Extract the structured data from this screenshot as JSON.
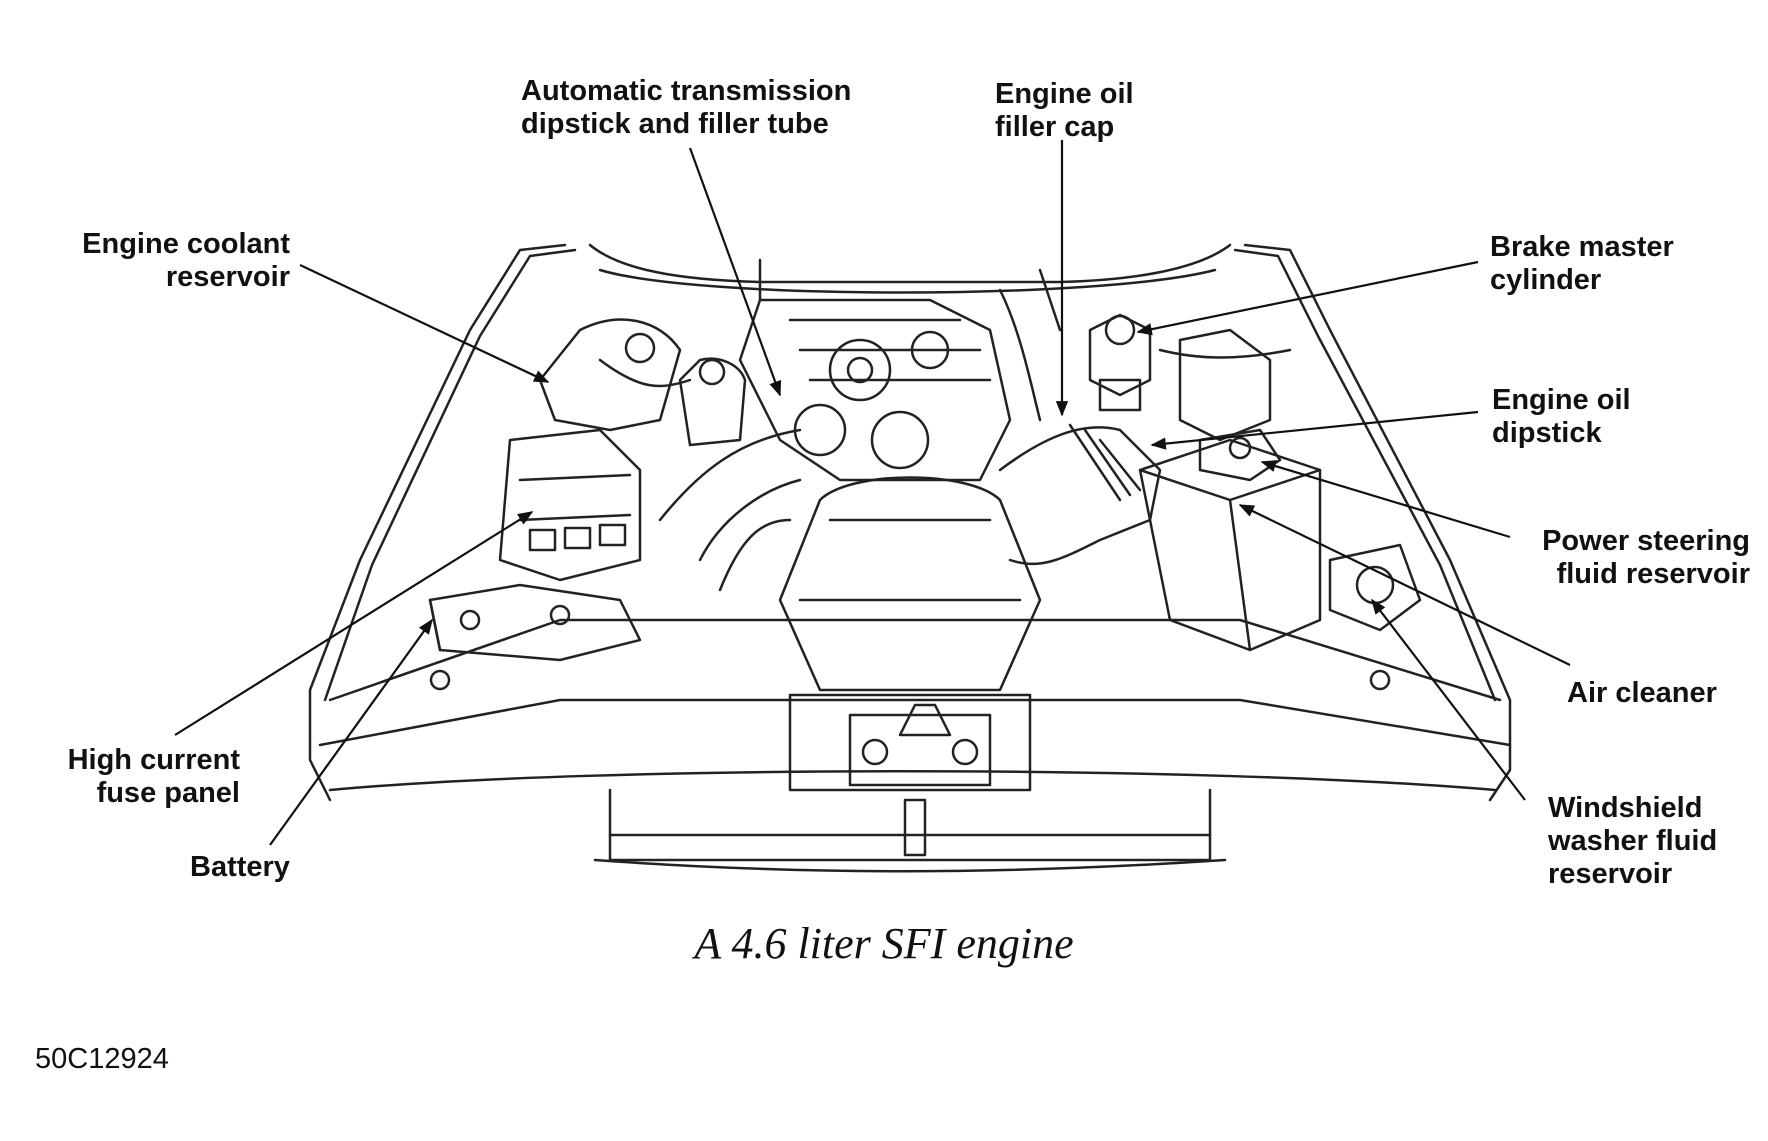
{
  "labels": {
    "auto_trans": [
      "Automatic transmission",
      "dipstick and filler tube"
    ],
    "oil_filler": [
      "Engine oil",
      "filler cap"
    ],
    "coolant": [
      "Engine coolant",
      "reservoir"
    ],
    "brake": [
      "Brake master",
      "cylinder"
    ],
    "oil_dipstick": [
      "Engine oil",
      "dipstick"
    ],
    "power_steering": [
      "Power steering",
      "fluid reservoir"
    ],
    "air_cleaner": [
      "Air cleaner"
    ],
    "washer": [
      "Windshield",
      "washer fluid",
      "reservoir"
    ],
    "fuse": [
      "High current",
      "fuse panel"
    ],
    "battery": [
      "Battery"
    ]
  },
  "caption": "A 4.6 liter SFI engine",
  "figure_code": "50C12924"
}
